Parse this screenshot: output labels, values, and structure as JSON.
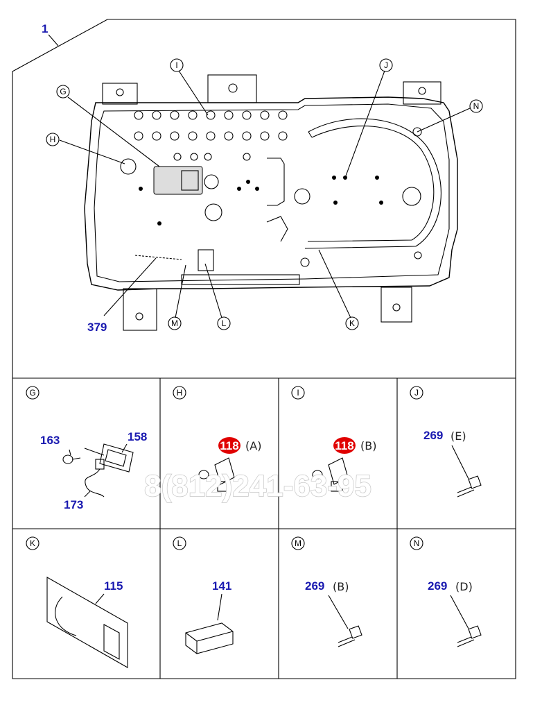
{
  "main_view": {
    "assembly_number": "1",
    "callouts": [
      {
        "id": "I",
        "letter": "I"
      },
      {
        "id": "J",
        "letter": "J"
      },
      {
        "id": "G",
        "letter": "G"
      },
      {
        "id": "N",
        "letter": "N"
      },
      {
        "id": "H",
        "letter": "H"
      },
      {
        "id": "M",
        "letter": "M"
      },
      {
        "id": "L",
        "letter": "L"
      },
      {
        "id": "K",
        "letter": "K"
      }
    ],
    "part_379": "379"
  },
  "panels": [
    {
      "id": "G",
      "letter": "G",
      "parts": [
        "163",
        "158",
        "173"
      ]
    },
    {
      "id": "H",
      "letter": "H",
      "part": "118",
      "suffix": "(A)"
    },
    {
      "id": "I",
      "letter": "I",
      "part": "118",
      "suffix": "(B)"
    },
    {
      "id": "J",
      "letter": "J",
      "part": "269",
      "suffix": "(E)"
    },
    {
      "id": "K",
      "letter": "K",
      "part": "115"
    },
    {
      "id": "L",
      "letter": "L",
      "part": "141"
    },
    {
      "id": "M",
      "letter": "M",
      "part": "269",
      "suffix": "(B)"
    },
    {
      "id": "N",
      "letter": "N",
      "part": "269",
      "suffix": "(D)"
    }
  ],
  "watermark_phone": "8(812)241-63-95",
  "colors": {
    "part_number": "#1a1ab0",
    "highlight": "#e00000"
  }
}
